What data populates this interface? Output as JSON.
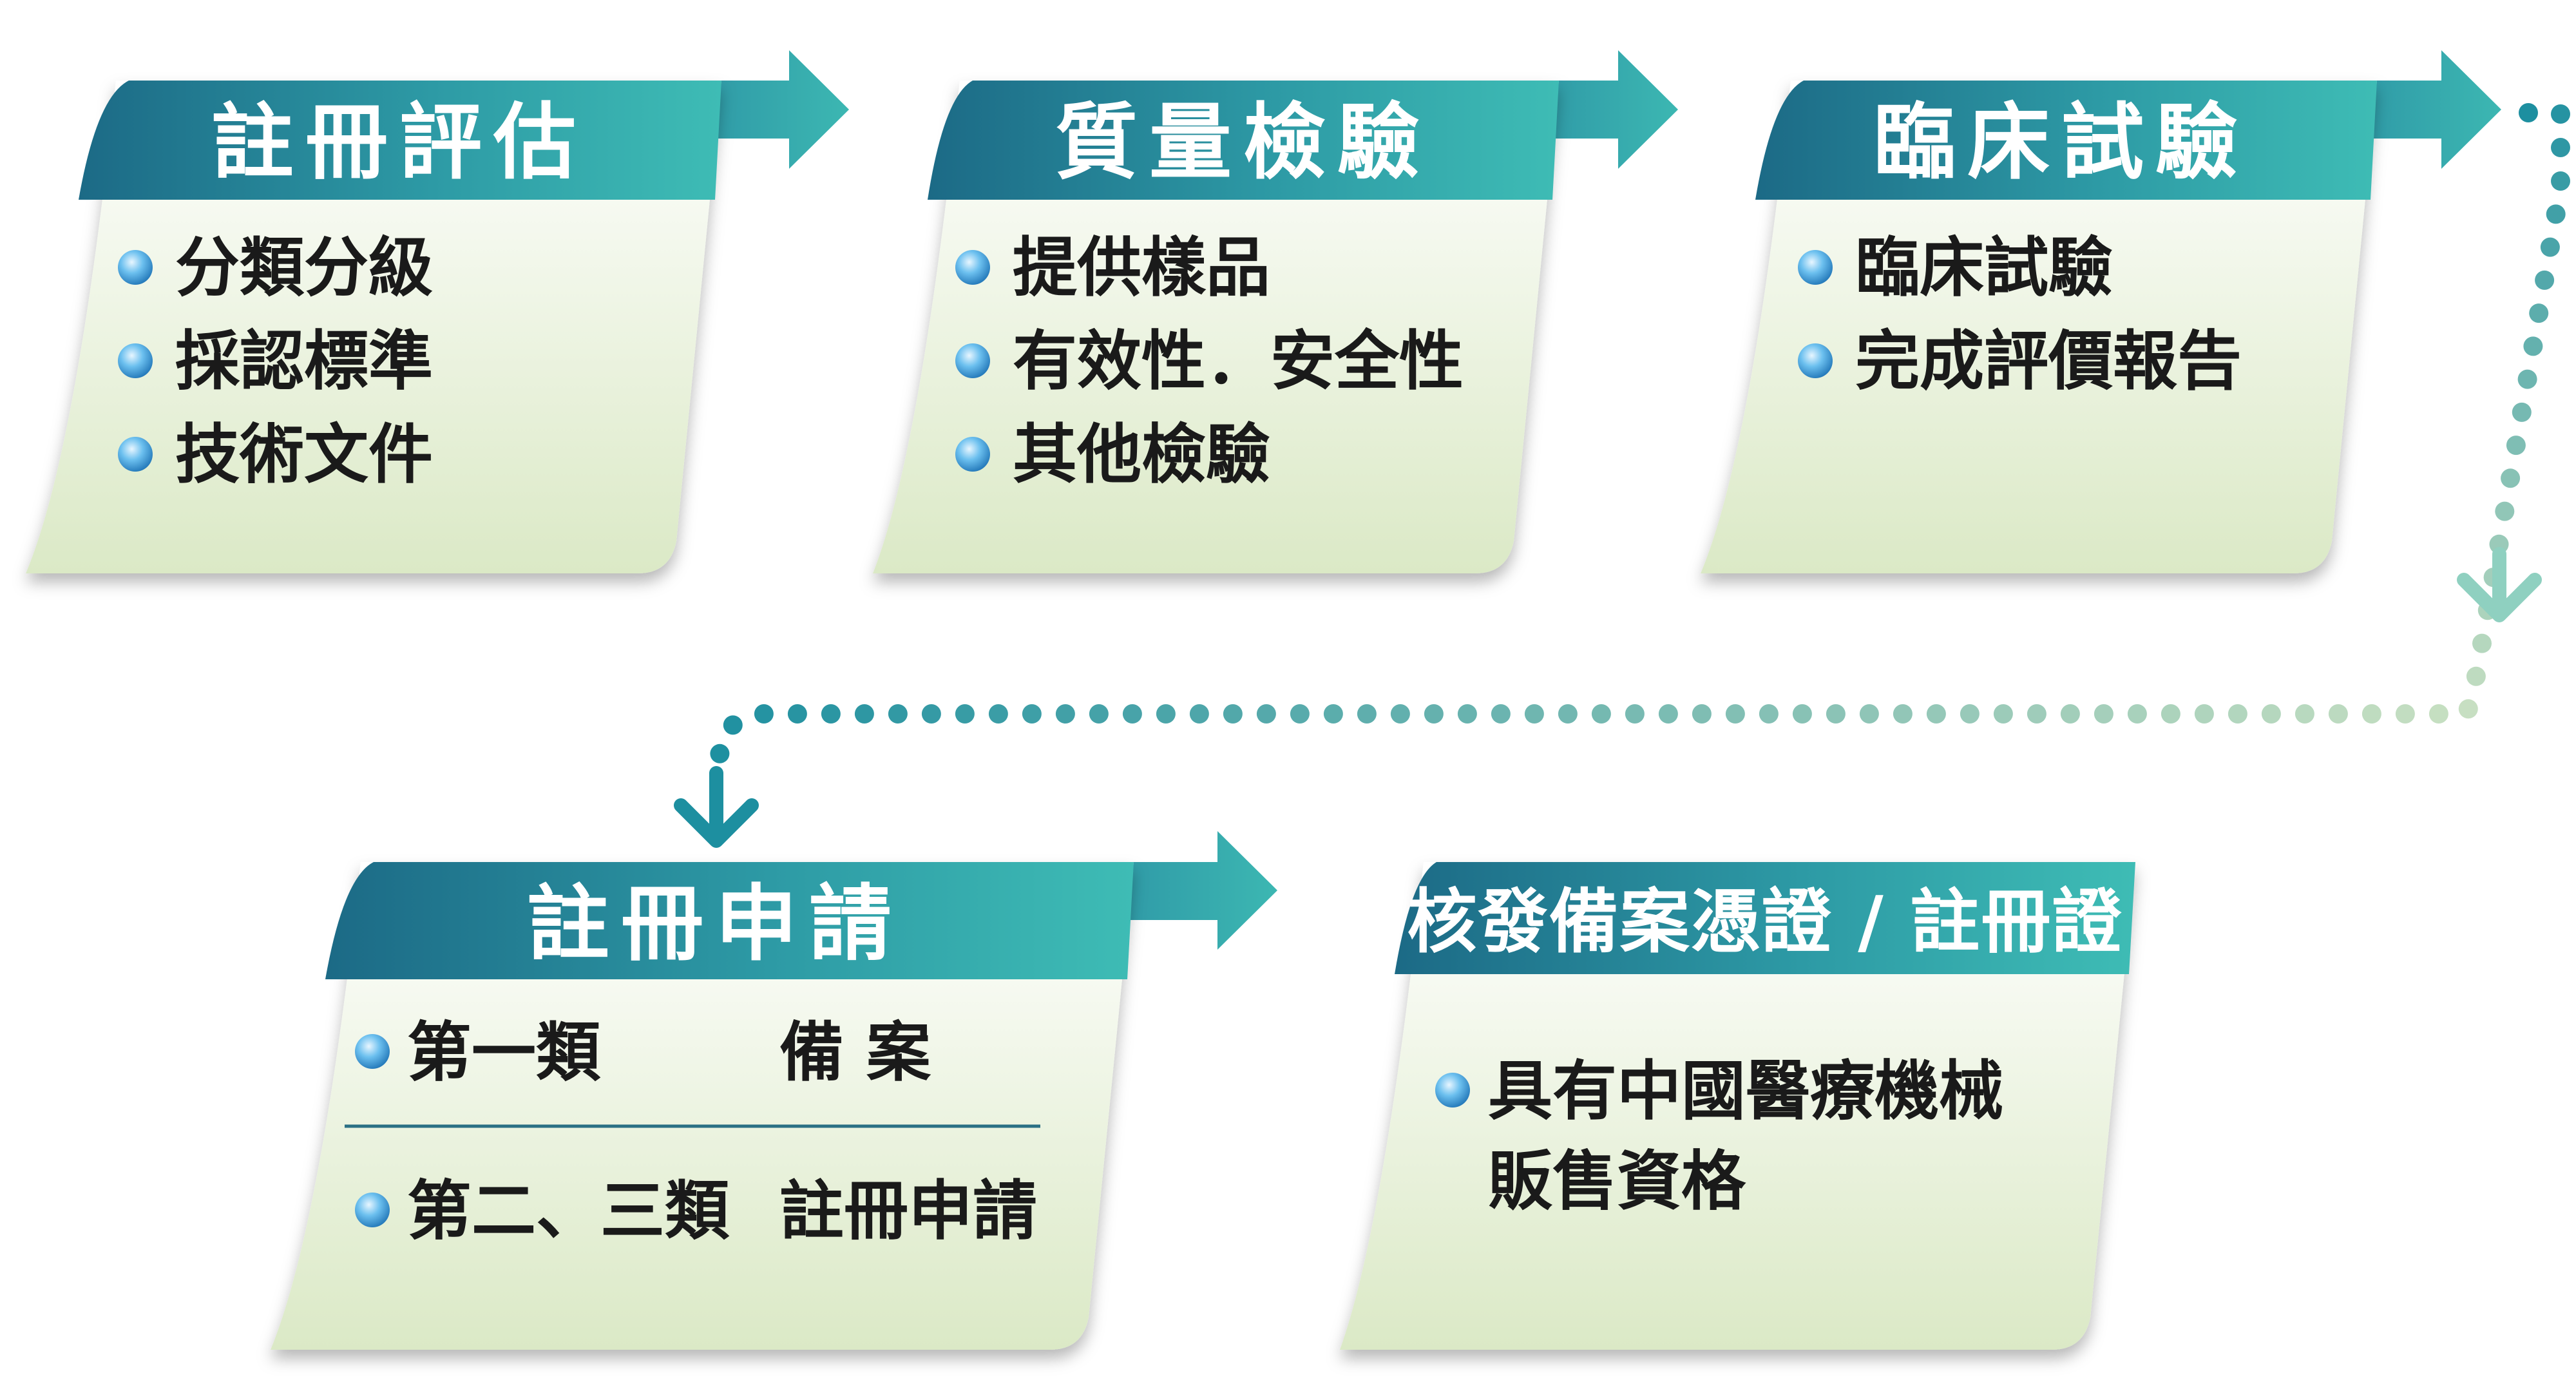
{
  "stages": [
    {
      "title": "註冊評估",
      "items": [
        "分類分級",
        "採認標準",
        "技術文件"
      ]
    },
    {
      "title": "質量檢驗",
      "items": [
        "提供樣品",
        "有效性．安全性",
        "其他檢驗"
      ]
    },
    {
      "title": "臨床試驗",
      "items": [
        "臨床試驗",
        "完成評價報告"
      ]
    },
    {
      "title": "註冊申請",
      "rows": [
        {
          "category": "第一類",
          "action": "備 案"
        },
        {
          "category": "第二、三類",
          "action": "註冊申請"
        }
      ]
    },
    {
      "title": "核發備案憑證 / 註冊證",
      "items": [
        "具有中國醫療機械",
        "販售資格"
      ]
    }
  ],
  "colors": {
    "header_dark": "#1c6a86",
    "header_light": "#3ebcb5",
    "arrow": "#34aaa9",
    "card_top": "#ffffff",
    "card_bottom": "#dbe9c6",
    "dots_start": "#1d8fa0",
    "dots_end": "#c8e0c2",
    "bullet": "#3a9ad3",
    "divider": "#2a6f84"
  }
}
